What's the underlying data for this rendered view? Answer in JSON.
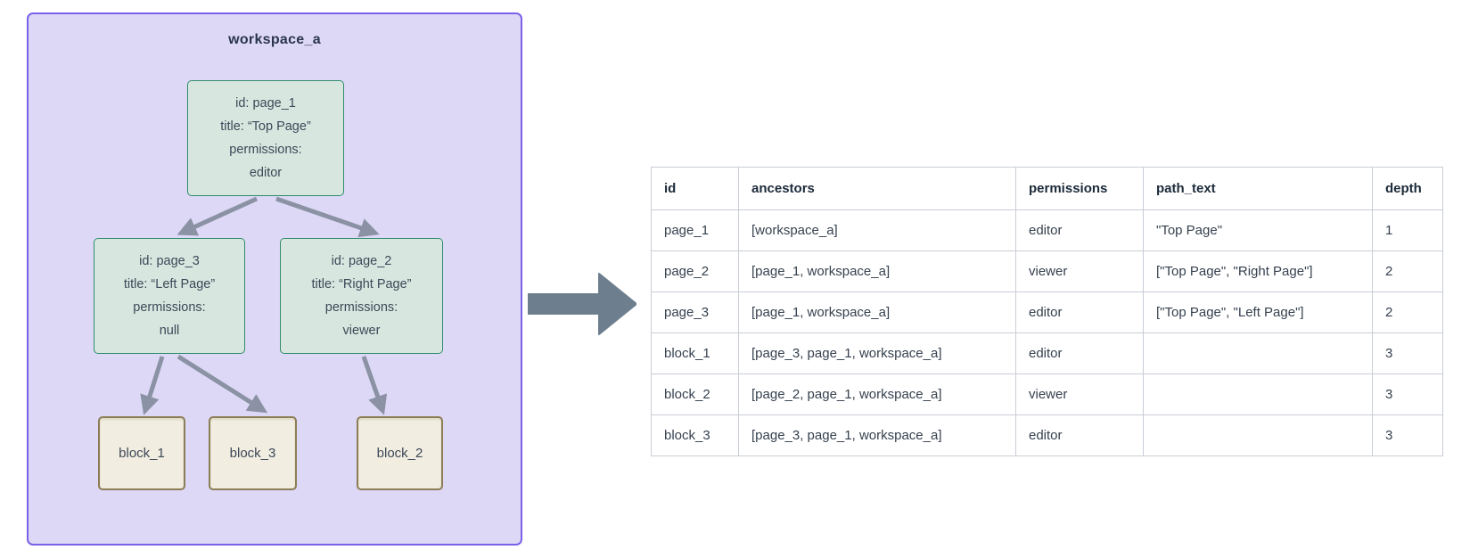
{
  "workspace": {
    "title": "workspace_a",
    "fill": "#ddd8f6",
    "border_color": "#7b61e9",
    "nodes": {
      "page_1": {
        "lines": [
          "id: page_1",
          "title: “Top Page”",
          "permissions:",
          "editor"
        ]
      },
      "page_3": {
        "lines": [
          "id: page_3",
          "title: “Left Page”",
          "permissions:",
          "null"
        ]
      },
      "page_2": {
        "lines": [
          "id: page_2",
          "title: “Right Page”",
          "permissions:",
          "viewer"
        ]
      },
      "block_1": {
        "label": "block_1"
      },
      "block_3": {
        "label": "block_3"
      },
      "block_2": {
        "label": "block_2"
      }
    },
    "edges": [
      {
        "from": "page_1",
        "to": "page_3"
      },
      {
        "from": "page_1",
        "to": "page_2"
      },
      {
        "from": "page_3",
        "to": "block_1"
      },
      {
        "from": "page_3",
        "to": "block_3"
      },
      {
        "from": "page_2",
        "to": "block_2"
      }
    ],
    "node_colors": {
      "page_fill": "#d7e7df",
      "page_border": "#2f8b6c",
      "block_fill": "#f1ede1",
      "block_border": "#8b7d55",
      "edge_color": "#8a92a4"
    }
  },
  "flow_arrow": {
    "direction": "right",
    "color": "#6d7f8f"
  },
  "table": {
    "headers": [
      "id",
      "ancestors",
      "permissions",
      "path_text",
      "depth"
    ],
    "rows": [
      {
        "id": "page_1",
        "ancestors": "[workspace_a]",
        "permissions": "editor",
        "path_text": "\"Top Page\"",
        "depth": "1"
      },
      {
        "id": "page_2",
        "ancestors": "[page_1, workspace_a]",
        "permissions": "viewer",
        "path_text": "[\"Top Page\", \"Right Page\"]",
        "depth": "2"
      },
      {
        "id": "page_3",
        "ancestors": "[page_1, workspace_a]",
        "permissions": "editor",
        "path_text": "[\"Top Page\", \"Left Page\"]",
        "depth": "2"
      },
      {
        "id": "block_1",
        "ancestors": "[page_3, page_1, workspace_a]",
        "permissions": "editor",
        "path_text": "",
        "depth": "3"
      },
      {
        "id": "block_2",
        "ancestors": "[page_2, page_1, workspace_a]",
        "permissions": "viewer",
        "path_text": "",
        "depth": "3"
      },
      {
        "id": "block_3",
        "ancestors": "[page_3, page_1, workspace_a]",
        "permissions": "editor",
        "path_text": "",
        "depth": "3"
      }
    ]
  }
}
